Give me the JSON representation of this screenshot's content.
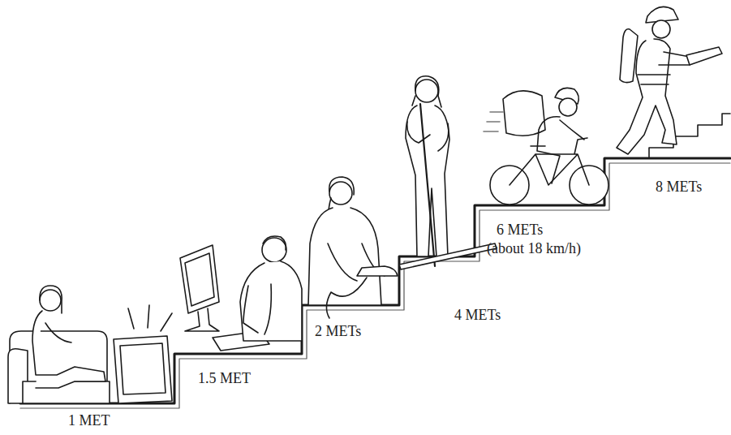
{
  "diagram": {
    "labels": [
      "1 MET",
      "1.5 MET",
      "2 METs",
      "4 METs",
      "6 METs",
      "(about 18 km/h)",
      "8 METs"
    ]
  }
}
